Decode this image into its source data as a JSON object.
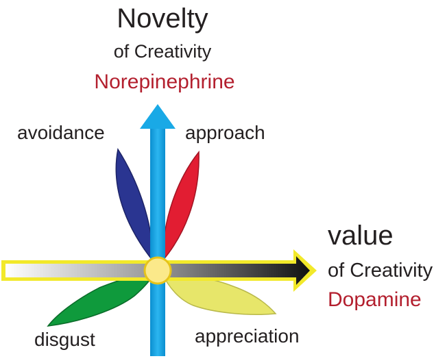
{
  "vertical_axis": {
    "title": "Novelty",
    "subtitle": "of  Creativity",
    "neurotransmitter": "Norepinephrine"
  },
  "horizontal_axis": {
    "title": "value",
    "subtitle": "of Creativity",
    "neurotransmitter": "Dopamine"
  },
  "petals": {
    "avoidance": "avoidance",
    "approach": "approach",
    "disgust": "disgust",
    "appreciation": "appreciation"
  },
  "colors": {
    "text": "#231f20",
    "neurotransmitter_text": "#b31f2e",
    "vertical_arrow": "#19a9e6",
    "horizontal_arrow_outline": "#f2e92a",
    "center_circle": "#fbe98a",
    "avoidance_petal": "#2a3591",
    "approach_petal": "#e21d32",
    "disgust_petal": "#0f9a3c",
    "appreciation_petal": "#e7e66a"
  }
}
